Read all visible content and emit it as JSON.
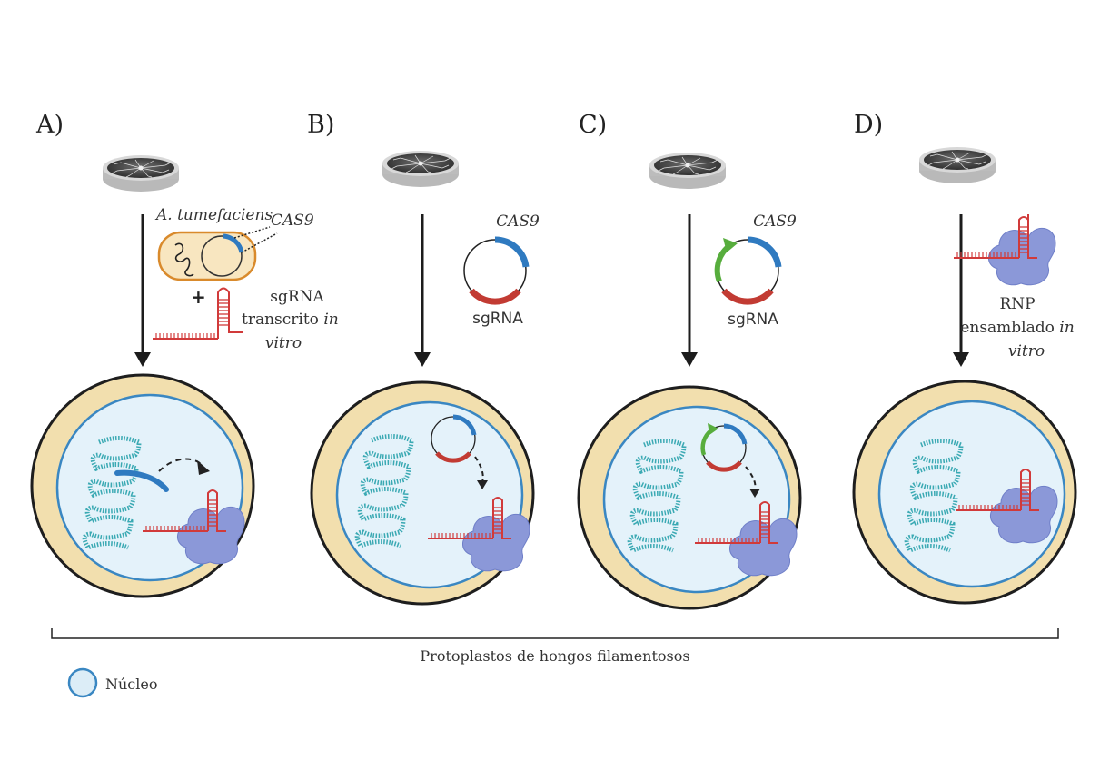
{
  "panels": {
    "a": {
      "letter": "A)"
    },
    "b": {
      "letter": "B)"
    },
    "c": {
      "letter": "C)"
    },
    "d": {
      "letter": "D)"
    }
  },
  "labels": {
    "a_tumefaciens": "A. tumefaciens",
    "cas9": "CAS9",
    "plus": "+",
    "sgrna": "sgRNA",
    "transcrito": "transcrito",
    "in": "in",
    "vitro": "vitro",
    "rnp": "RNP",
    "ensamblado": "ensamblado"
  },
  "footer": {
    "bracket_label": "Protoplastos de hongos filamentosos",
    "legend_label": "Núcleo"
  },
  "colors": {
    "cytoplasm": "#f2dfae",
    "nucleus_fill": "#e4f2fa",
    "nucleus_stroke": "#3a87c2",
    "dna": "#3aa9b3",
    "cas9_gene": "#2f7ac0",
    "sgrna_gene": "#c23b33",
    "promoter": "#57ad3d",
    "protein": "#8b98d8",
    "rna": "#d13a3a"
  }
}
